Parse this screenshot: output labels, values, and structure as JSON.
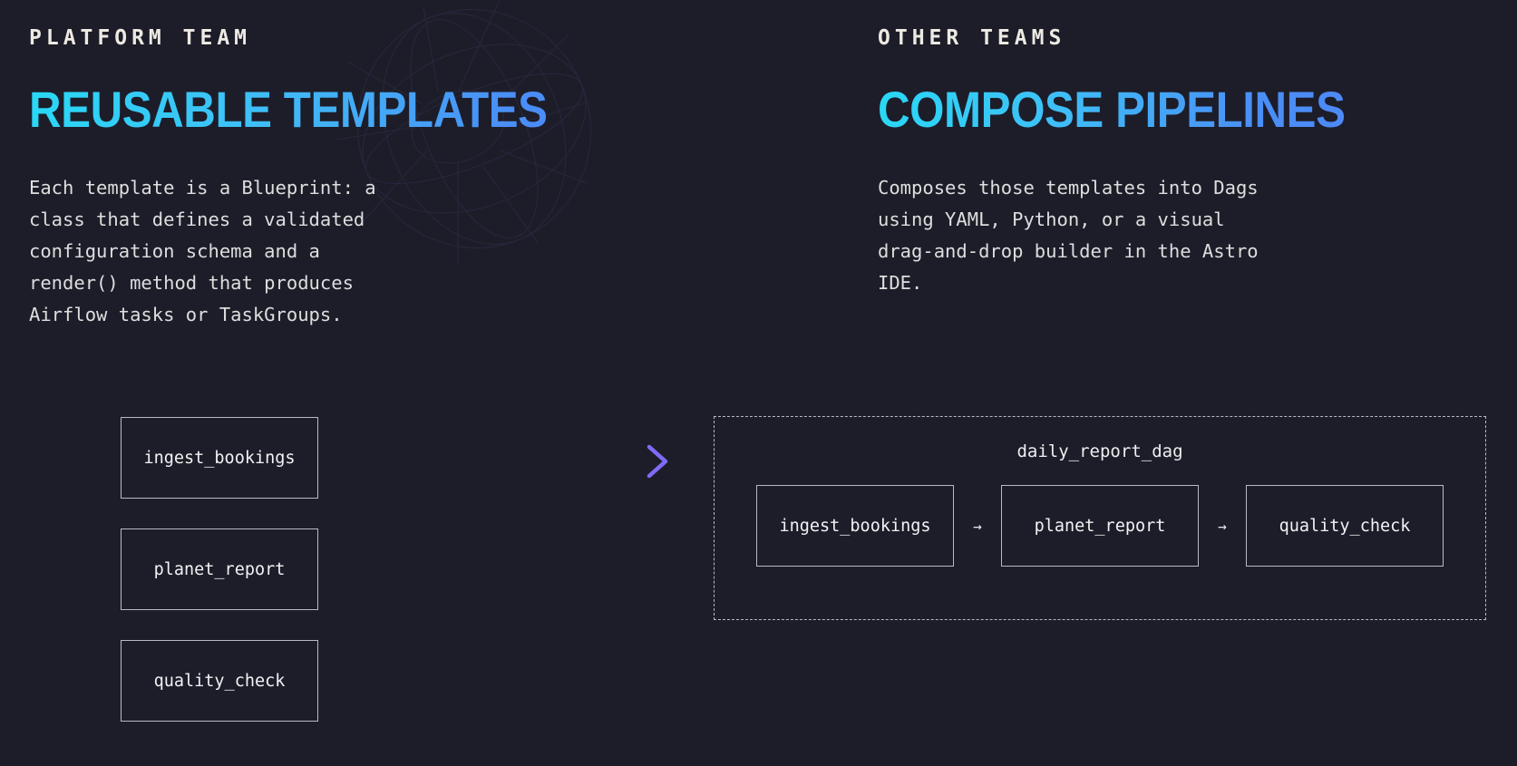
{
  "background": {
    "color": "#1d1d29",
    "decoration": "wireframe-sphere"
  },
  "accent": {
    "headline_from": "#29d8f5",
    "headline_to": "#4f86f7",
    "arrow_from": "#22d3ee",
    "arrow_to": "#7c6cf5",
    "border": "#b9bac0"
  },
  "left": {
    "eyebrow": "PLATFORM TEAM",
    "headline": "REUSABLE TEMPLATES",
    "body": "Each template is a Blueprint: a\nclass that defines a validated\nconfiguration schema and a\nrender() method that produces\nAirflow tasks or TaskGroups.",
    "templates": [
      {
        "label": "ingest_bookings"
      },
      {
        "label": "planet_report"
      },
      {
        "label": "quality_check"
      }
    ]
  },
  "right": {
    "eyebrow": "OTHER TEAMS",
    "headline": "COMPOSE PIPELINES",
    "body": "Composes those templates into Dags\nusing YAML, Python, or a visual\ndrag-and-drop builder in the Astro\nIDE.",
    "dag": {
      "title": "daily_report_dag",
      "tasks": [
        {
          "label": "ingest_bookings"
        },
        {
          "label": "planet_report"
        },
        {
          "label": "quality_check"
        }
      ],
      "connector": "→"
    }
  }
}
